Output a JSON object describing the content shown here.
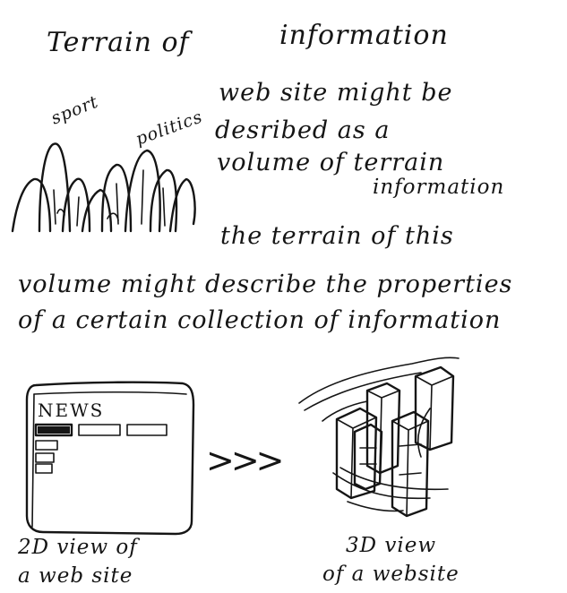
{
  "title_left": "Terrain of",
  "title_right": "information",
  "labels": {
    "sport": "sport",
    "politics": "politics"
  },
  "paragraph1": [
    "web site might be",
    "desribed as a",
    "volume of terrain",
    "information"
  ],
  "paragraph2": [
    "the terrain of this",
    "volume might describe the properties",
    "of a certain collection of information"
  ],
  "window_sketch": {
    "title": "NEWS"
  },
  "arrow_text": ">>>",
  "caption_2d": [
    "2D view of",
    "a web site"
  ],
  "caption_3d": [
    "3D view",
    "of a website"
  ]
}
